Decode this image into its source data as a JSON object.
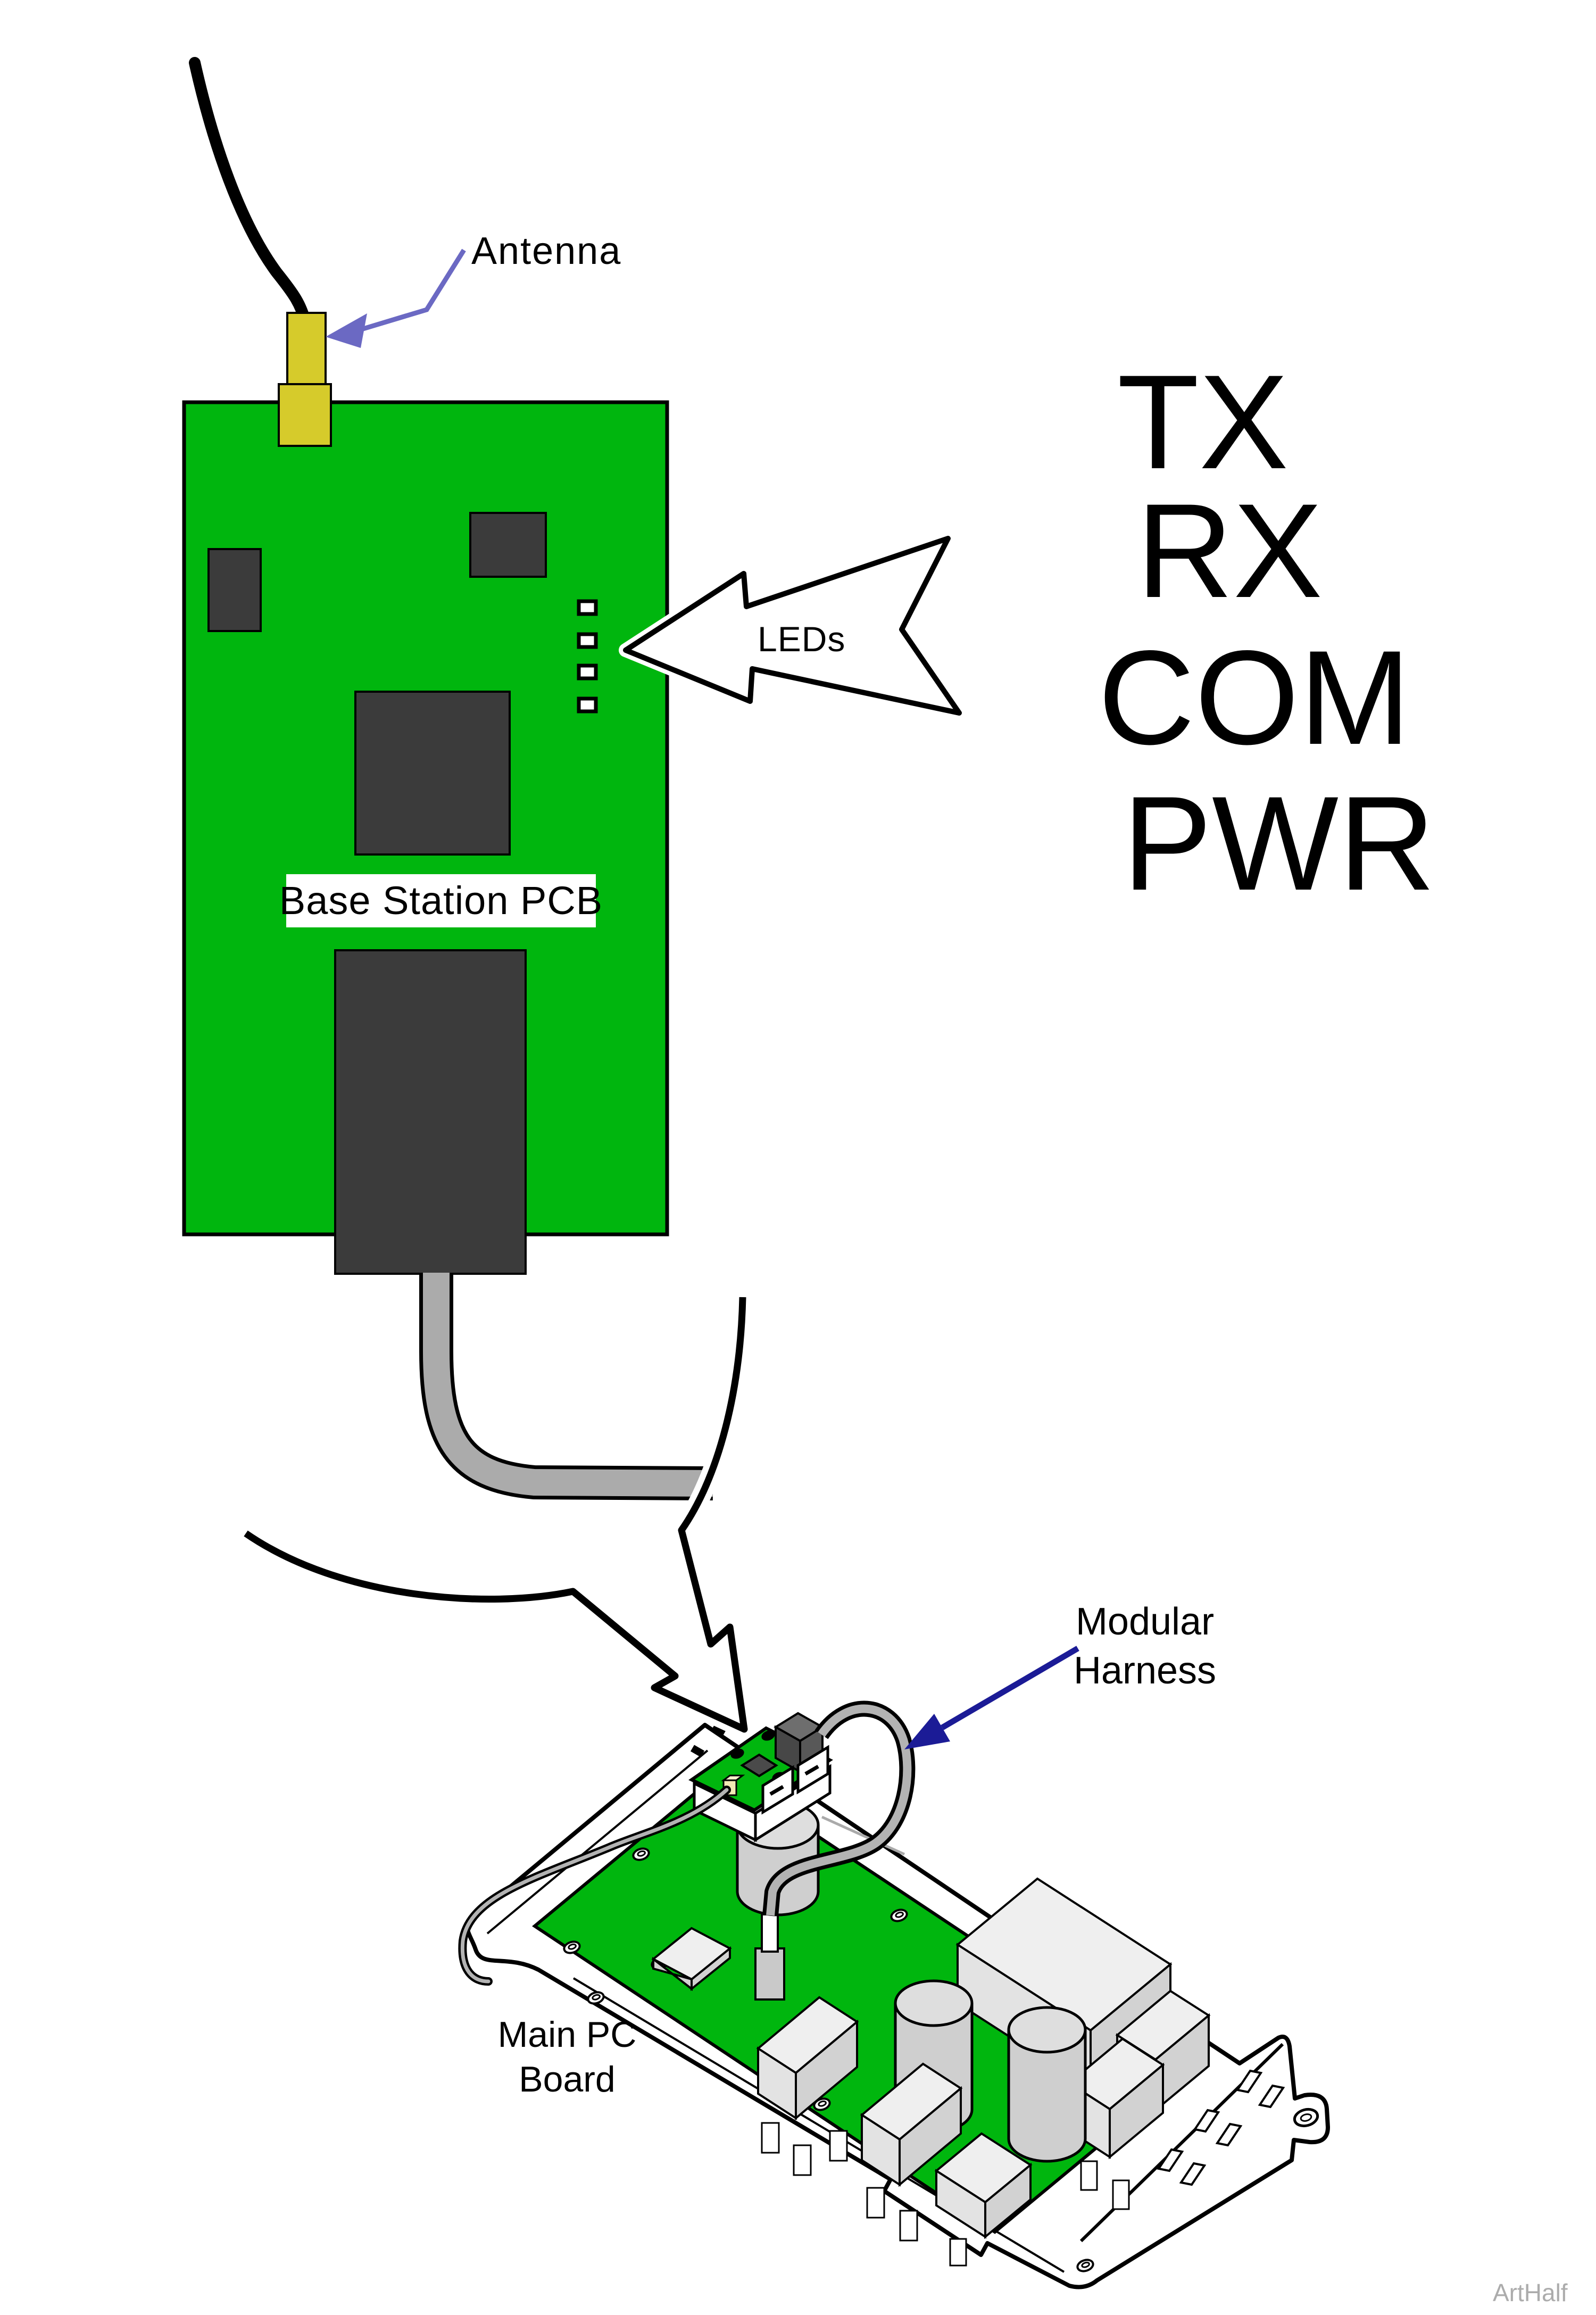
{
  "diagram": {
    "labels": {
      "antenna": "Antenna",
      "leds": "LEDs",
      "base_station_pcb": "Base Station PCB",
      "modular_harness_line1": "Modular",
      "modular_harness_line2": "Harness",
      "main_pc_board_line1": "Main PC",
      "main_pc_board_line2": "Board",
      "watermark": "ArtHalf"
    },
    "led_indicator_names": {
      "tx": "TX",
      "rx": "RX",
      "com": "COM",
      "pwr": "PWR"
    },
    "led_count": 4,
    "colors": {
      "pcb_green": "#00b60e",
      "chip_dark": "#3b3b3b",
      "connector_dark": "#4a4a4a",
      "antenna_yellow": "#d6cb2b",
      "callout_purple": "#6b69c3",
      "callout_navy": "#1b1b96",
      "cable_gray": "#aeaeae",
      "component_gray": "#e3e3e3",
      "led_white": "#ffffff",
      "watermark_gray": "#acacac"
    }
  }
}
